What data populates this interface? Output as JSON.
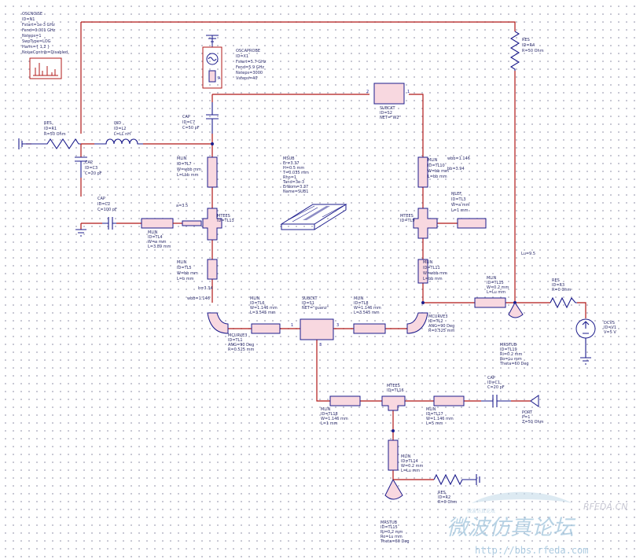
{
  "blocks": {
    "oscnoise": [
      "OSCNOISE",
      "ID=N1",
      "Fstart=1e-3 GHz",
      "Fend=0.001 GHz",
      "Nsteps=1",
      "SwpType=LOG",
      "Harm={ 1,2 }",
      "NoiseContrib=Disabled"
    ],
    "oscaprobe": [
      "OSCAPROBE",
      "ID=X1",
      "Fstart=5.7 GHz",
      "Fend=5.9 GHz",
      "Nsteps=3000",
      "Vsteps=40"
    ],
    "res_r4": [
      "RES",
      "ID=R4",
      "R=50 Ohm"
    ],
    "res_r1": [
      "RES",
      "ID=R1",
      "R=50 Ohm"
    ],
    "ind_l2": [
      "IND",
      "ID=L2",
      "L=LL nH"
    ],
    "cap_c7": [
      "CAP",
      "ID=C7",
      "C=50 pF"
    ],
    "cap_c3": [
      "CAP",
      "ID=C3",
      "C=20 pF"
    ],
    "cap_c2": [
      "CAP",
      "ID=C2",
      "C=100 pF"
    ],
    "subckt_s2": [
      "SUBCKT",
      "ID=S2",
      "NET=\"W2\""
    ],
    "mlin_tl7": [
      "MLIN",
      "ID=TL7",
      "W=wbb mm",
      "L=Lbb mm"
    ],
    "msub": [
      "MSUB",
      "Er=3.37",
      "H=0.5 mm",
      "T=0.035 mm",
      "Rho=1",
      "Tand=3e-3",
      "ErNom=3.37",
      "Name=SUB1"
    ],
    "mtees_tl13": [
      "MTEES",
      "ID=TL13"
    ],
    "mlin_tl4": [
      "MLIN",
      "ID=TL4",
      "W=a mm",
      "L=3.89 mm"
    ],
    "var_a": "a=3.5",
    "mlin_tl5": [
      "MLIN",
      "ID=TL5",
      "W=bb mm",
      "L=b mm"
    ],
    "var_b": "b=3.34",
    "var_wbb_left": "wbb=1.146",
    "mlin_tl10": [
      "MLIN",
      "ID=TL10",
      "W=bb mm",
      "L=bb mm"
    ],
    "var_wbb_right": "wbb=1.146",
    "var_bb": "bb=3.94",
    "mtees_tl9": [
      "MTEES",
      "ID=TL9"
    ],
    "mlef_tl3": [
      "MLEF",
      "ID=TL3",
      "W=a mm",
      "L=1 mm"
    ],
    "mlin_tl11": [
      "MLIN",
      "ID=TL11",
      "W=wbb mm",
      "L=bb mm"
    ],
    "mlin_tl15": [
      "MLIN",
      "ID=TL15",
      "W=0.2 mm",
      "L=Lu mm"
    ],
    "var_lu": "Lu=9.5",
    "res_r3": [
      "RES",
      "ID=R3",
      "R=0 Ohm"
    ],
    "dcvs": [
      "DCVS",
      "ID=V1",
      "V=5 V"
    ],
    "mlin_tl6": [
      "MLIN",
      "ID=TL6",
      "W=1.146 mm",
      "L=3.545 mm"
    ],
    "subckt_s1": [
      "SUBCKT",
      "ID=S1",
      "NET=\"guanz\""
    ],
    "mlin_tl8": [
      "MLIN",
      "ID=TL8",
      "W=1.146 mm",
      "L=3.545 mm"
    ],
    "mcurve_tl1": [
      "MCURVE3",
      "ID=TL1",
      "ANG=90 Deg",
      "R=0.525 mm"
    ],
    "mcurve_tl2": [
      "MCURVE3",
      "ID=TL2",
      "ANG=90 Deg",
      "R=0.525 mm"
    ],
    "mrstub_tl19": [
      "MRSTUB",
      "ID=TL19",
      "Ri=0.2 mm",
      "Ro=Lu mm",
      "Theta=60 Deg"
    ],
    "cap_c1": [
      "CAP",
      "ID=C1",
      "C=20 pF"
    ],
    "port": [
      "PORT",
      "P=1",
      "Z=50 Ohm"
    ],
    "mtees_tl16": [
      "MTEES",
      "ID=TL16"
    ],
    "mlin_tl18": [
      "MLIN",
      "ID=TL18",
      "W=1.146 mm",
      "L=1 mm"
    ],
    "mlin_tl17": [
      "MLIN",
      "ID=TL17",
      "W=1.146 mm",
      "L=5 mm"
    ],
    "mlin_tl14": [
      "MLIN",
      "ID=TL14",
      "W=0.2 mm",
      "L=Lu mm"
    ],
    "res_r2": [
      "RES",
      "ID=R2",
      "R=0 Ohm"
    ],
    "mrstub_tl15": [
      "MRSTUB",
      "ID=TL15",
      "Ri=0.2 mm",
      "Ro=Lu mm",
      "Theta=60 Deg"
    ]
  },
  "pins": {
    "one": "1",
    "two": "2",
    "three": "3",
    "A": "A"
  },
  "watermark": {
    "cn": "微波仿真论坛",
    "url": "http://bbs.rfeda.com",
    "brand": "RFEDA.CN",
    "small": "微波仿真论坛"
  },
  "colors": {
    "wire": "#b01818",
    "component": "#1c1c8c",
    "body_fill": "#f8d8e0",
    "dot_grid": "#b9b9c8",
    "watermark": "#9fc3dc"
  }
}
